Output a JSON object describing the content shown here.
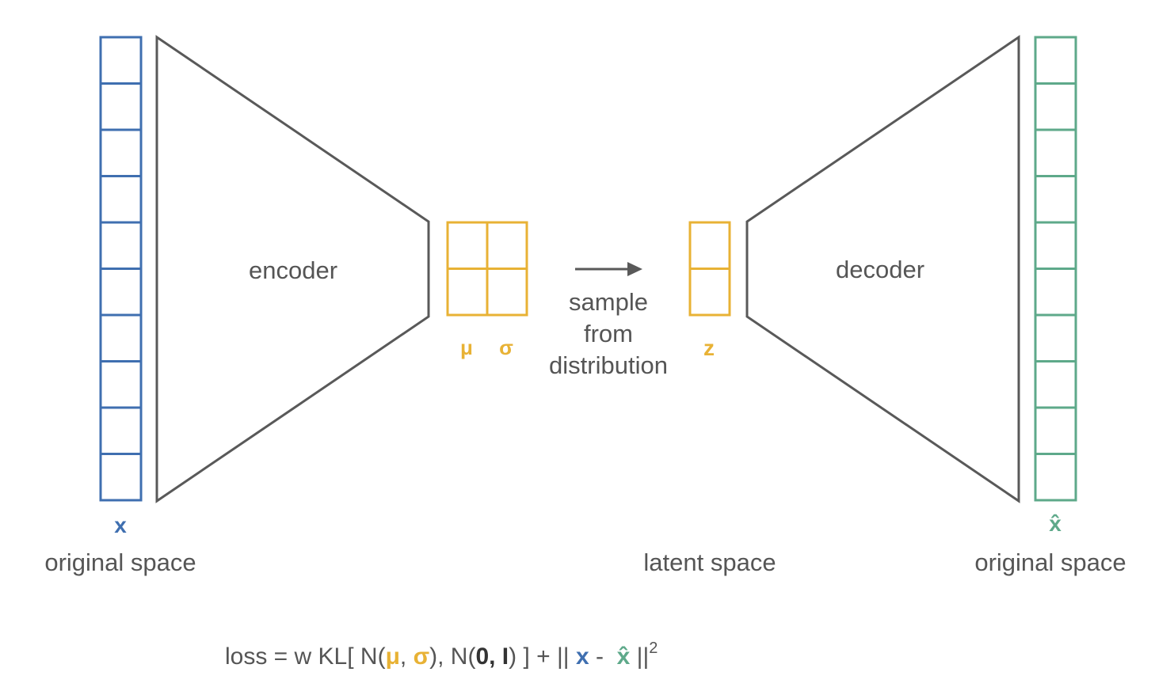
{
  "colors": {
    "input": "#3f6fb0",
    "latent": "#e8b235",
    "output": "#5ea98a",
    "network": "#595959",
    "text": "#555555"
  },
  "input_vector": {
    "label": "x",
    "space_label": "original space",
    "cells": 10
  },
  "encoder": {
    "label": "encoder"
  },
  "latent_params": {
    "mu_label": "μ",
    "sigma_label": "σ",
    "cells_per_column": 2
  },
  "sampling": {
    "lines": [
      "sample",
      "from",
      "distribution"
    ]
  },
  "latent_vector": {
    "label": "z",
    "space_label": "latent space",
    "cells": 2
  },
  "decoder": {
    "label": "decoder"
  },
  "output_vector": {
    "label": "x̂",
    "space_label": "original space",
    "cells": 10
  },
  "loss": {
    "parts": [
      {
        "text": "loss = w KL[ N(",
        "color": "text"
      },
      {
        "text": "μ",
        "color": "latent",
        "bold": true
      },
      {
        "text": ", ",
        "color": "text"
      },
      {
        "text": "σ",
        "color": "latent",
        "bold": true
      },
      {
        "text": "), N(",
        "color": "text"
      },
      {
        "text": "0, I",
        "color": "text",
        "bold": true
      },
      {
        "text": ") ] + || ",
        "color": "text"
      },
      {
        "text": "x",
        "color": "input",
        "bold": true
      },
      {
        "text": " -  ",
        "color": "text"
      },
      {
        "text": "x̂",
        "color": "output",
        "bold": true
      },
      {
        "text": " ||",
        "color": "text"
      }
    ],
    "exponent": "2"
  }
}
